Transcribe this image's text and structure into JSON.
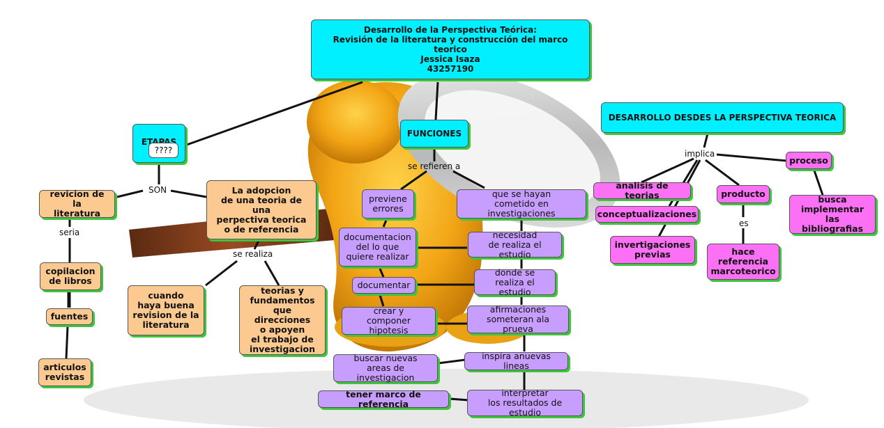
{
  "title": {
    "line1": "Desarrollo de la Perspectiva Teórica:",
    "line2": "Revisión de la literatura y construcción del marco teorico",
    "line3": "Jessica Isaza",
    "line4": "43257190"
  },
  "etapas": {
    "label": "ETAPAS",
    "badge": "????"
  },
  "funciones": {
    "label": "FUNCIONES"
  },
  "perspectiva": {
    "label": "DESARROLLO DESDES LA PERSPECTIVA TEORICA"
  },
  "links": {
    "son": "SON",
    "seria": "seria",
    "se_realiza": "se realiza",
    "se_refieren_a": "se refieren a",
    "implica": "implica",
    "es": "es"
  },
  "left": {
    "revicion": "revicion de la\nliteratura",
    "copilacion": "copilacion\nde libros",
    "fuentes": "fuentes",
    "articulos": "articulos\nrevistas",
    "adopcion": "La adopcion\nde una teoria de una\nperpectiva teorica\no de referencia",
    "cuando": "cuando\nhaya buena\nrevision de la\nliteratura",
    "teorias": "teorias y\nfundamentos\nque direcciones\no apoyen\nel trabajo de\ninvestigacion"
  },
  "center": {
    "previene": "previene\nerrores",
    "hayan": "que se hayan\ncometido en investigaciones",
    "documentacion": "documentacion\ndel lo que\nquiere realizar",
    "necesidad": "necesidad\nde realiza el estudio",
    "documentar": "documentar",
    "donde": "donde se\nrealiza el estudio",
    "crear": "crear y\ncomponer hipotesis",
    "afirmaciones": "afirmaciones\nsometeran ala prueva",
    "inspira": "inspira anuevas lineas",
    "buscar": "buscar nuevas\nareas de investigacion",
    "tener": "tener marco de referencia",
    "interpretar": "interpretar\nlos resultados de estudio"
  },
  "right": {
    "analisis": "analisis de teorias",
    "conceptualizaciones": "conceptualizaciones",
    "invertigaciones": "invertigaciones\nprevias",
    "producto": "producto",
    "hace": "hace\nreferencia\nmarcoteorico",
    "proceso": "proceso",
    "busca": "busca\nimplementar\nlas bibliografias"
  },
  "colors": {
    "cyan": "#00f0ff",
    "peach": "#fcc990",
    "lavender": "#c79dfd",
    "magenta": "#fb70f5",
    "shadow": "#3ec43e"
  }
}
